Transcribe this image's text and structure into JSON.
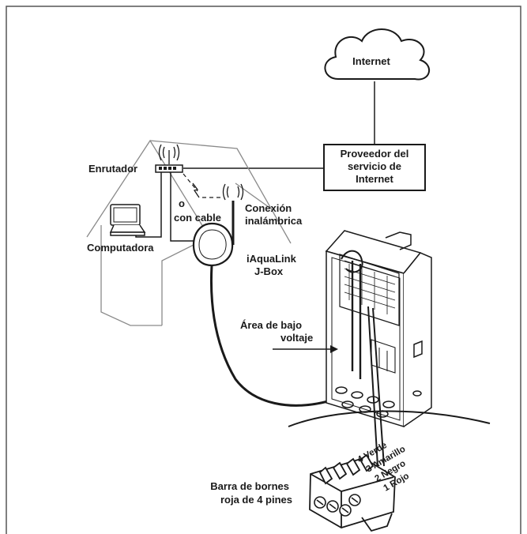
{
  "labels": {
    "internet": "Internet",
    "isp_line1": "Proveedor del",
    "isp_line2": "servicio de",
    "isp_line3": "Internet",
    "router": "Enrutador",
    "or": "o",
    "wired": "con cable",
    "wireless_line1": "Conexión",
    "wireless_line2": "inalámbrica",
    "computer": "Computadora",
    "jbox_line1": "iAquaLink",
    "jbox_line2": "J-Box",
    "low_voltage_line1": "Área de bajo",
    "low_voltage_line2": "voltaje",
    "terminal_line1": "Barra de bornes",
    "terminal_line2": "roja de 4 pines"
  },
  "pins": [
    "4 Verde",
    "3 Amarillo",
    "2 Negro",
    "1 Rojo"
  ],
  "colors": {
    "line": "#1a1a1a",
    "frame": "#555555",
    "house": "#8a8a8a",
    "background": "#ffffff"
  }
}
